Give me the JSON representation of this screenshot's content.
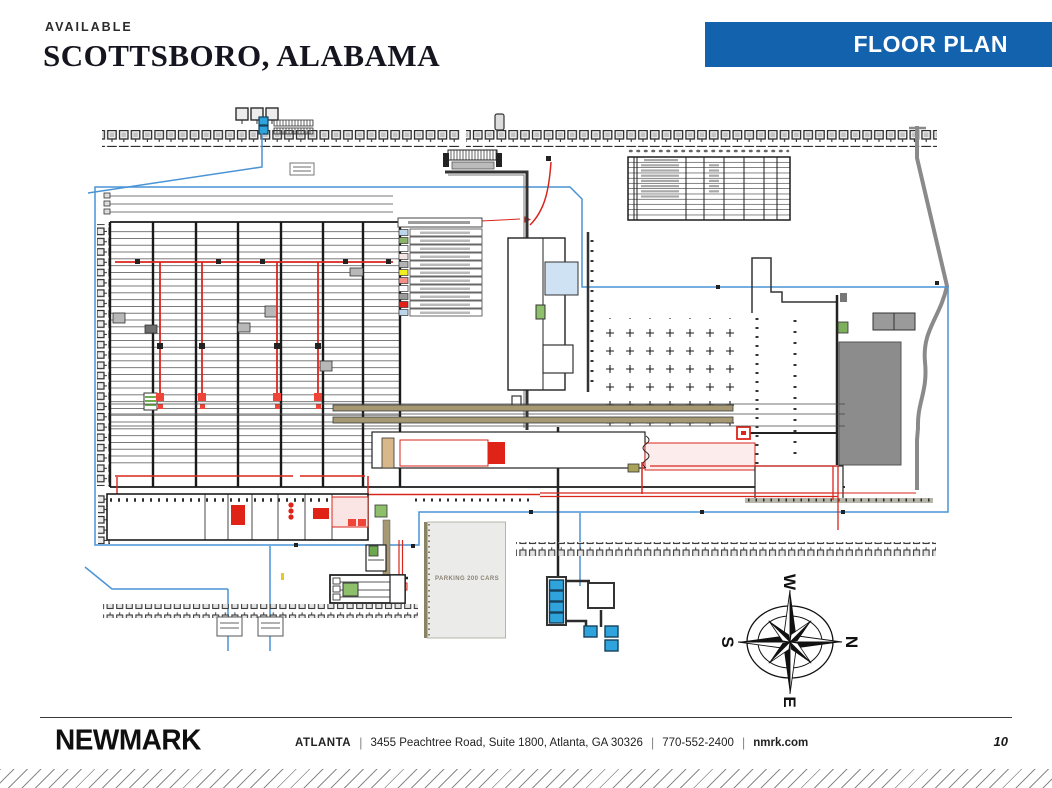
{
  "header": {
    "eyebrow": "AVAILABLE",
    "title": "SCOTTSBORO, ALABAMA",
    "banner_label": "FLOOR PLAN"
  },
  "plan": {
    "parking_label": "PARKING 200 CARS",
    "compass": {
      "north": "N",
      "south": "S",
      "east": "E",
      "west": "W"
    },
    "legend": {
      "row_count": 12,
      "swatch_colors": [
        "#bcd7ec",
        "#8ab568",
        "#ffffff",
        "#f3e6e4",
        "#b3b3b3",
        "#f2ee1f",
        "#f58f88",
        "#ffffff",
        "#9b9b9b",
        "#e32119",
        "#bcd7ec"
      ]
    },
    "table": {
      "columns": 7,
      "rows": 12
    }
  },
  "footer": {
    "brand": "NEWMARK",
    "office": "ATLANTA",
    "address": "3455 Peachtree Road, Suite 1800, Atlanta, GA 30326",
    "phone": "770-552-2400",
    "website": "nmrk.com",
    "page_number": "10"
  },
  "colors": {
    "banner_blue": "#1262ae",
    "boundary_blue": "#4a93d5",
    "line_red": "#d9261c",
    "parking_fill": "#ebebe9",
    "building_gray": "#8c8c8c"
  }
}
